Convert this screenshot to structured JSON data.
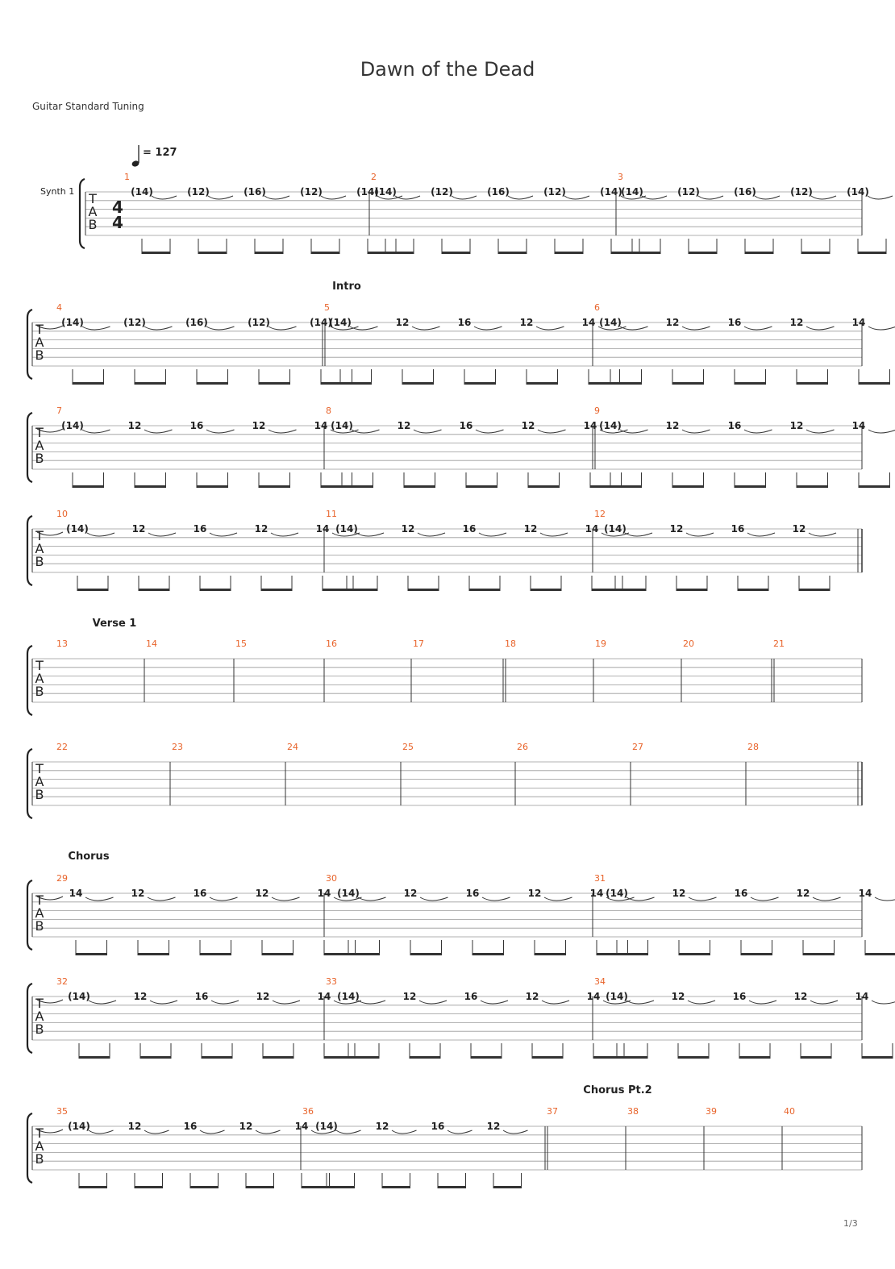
{
  "document": {
    "title": "Dawn of the Dead",
    "tuning": "Guitar Standard Tuning",
    "track_name": "Synth 1",
    "tempo": "= 127",
    "time_signature": [
      "4",
      "4"
    ],
    "tab_letters": [
      "T",
      "A",
      "B"
    ],
    "page_number": "1/3"
  },
  "colors": {
    "measure_number": "#e8632a",
    "staff_line": "#999999",
    "barline": "#333333",
    "text": "#222222"
  },
  "sections": {
    "intro": "Intro",
    "verse1": "Verse 1",
    "chorus": "Chorus",
    "chorus_pt2": "Chorus Pt.2"
  },
  "systems": [
    {
      "section": "",
      "measures": [
        {
          "number": "1",
          "notes": [
            "(14)",
            "(12)",
            "(16)",
            "(12)",
            "(14)"
          ]
        },
        {
          "number": "2",
          "notes": [
            "(14)",
            "(12)",
            "(16)",
            "(12)",
            "(14)"
          ]
        },
        {
          "number": "3",
          "notes": [
            "(14)",
            "(12)",
            "(16)",
            "(12)",
            "(14)"
          ]
        }
      ]
    },
    {
      "section": "Intro",
      "measures": [
        {
          "number": "4",
          "notes": [
            "(14)",
            "(12)",
            "(16)",
            "(12)",
            "(14)"
          ]
        },
        {
          "number": "5",
          "notes": [
            "(14)",
            "12",
            "16",
            "12",
            "14"
          ]
        },
        {
          "number": "6",
          "notes": [
            "(14)",
            "12",
            "16",
            "12",
            "14"
          ]
        }
      ]
    },
    {
      "section": "",
      "measures": [
        {
          "number": "7",
          "notes": [
            "(14)",
            "12",
            "16",
            "12",
            "14"
          ]
        },
        {
          "number": "8",
          "notes": [
            "(14)",
            "12",
            "16",
            "12",
            "14"
          ]
        },
        {
          "number": "9",
          "notes": [
            "(14)",
            "12",
            "16",
            "12",
            "14"
          ]
        }
      ]
    },
    {
      "section": "",
      "measures": [
        {
          "number": "10",
          "notes": [
            "(14)",
            "12",
            "16",
            "12",
            "14"
          ]
        },
        {
          "number": "11",
          "notes": [
            "(14)",
            "12",
            "16",
            "12",
            "14"
          ]
        },
        {
          "number": "12",
          "notes": [
            "(14)",
            "12",
            "16",
            "12"
          ]
        }
      ]
    },
    {
      "section": "Verse 1",
      "measures": [
        {
          "number": "13",
          "notes": []
        },
        {
          "number": "14",
          "notes": []
        },
        {
          "number": "15",
          "notes": []
        },
        {
          "number": "16",
          "notes": []
        },
        {
          "number": "17",
          "notes": []
        },
        {
          "number": "18",
          "notes": []
        },
        {
          "number": "19",
          "notes": []
        },
        {
          "number": "20",
          "notes": []
        },
        {
          "number": "21",
          "notes": []
        }
      ]
    },
    {
      "section": "",
      "measures": [
        {
          "number": "22",
          "notes": []
        },
        {
          "number": "23",
          "notes": []
        },
        {
          "number": "24",
          "notes": []
        },
        {
          "number": "25",
          "notes": []
        },
        {
          "number": "26",
          "notes": []
        },
        {
          "number": "27",
          "notes": []
        },
        {
          "number": "28",
          "notes": []
        }
      ]
    },
    {
      "section": "Chorus",
      "measures": [
        {
          "number": "29",
          "notes": [
            "14",
            "12",
            "16",
            "12",
            "14"
          ]
        },
        {
          "number": "30",
          "notes": [
            "(14)",
            "12",
            "16",
            "12",
            "14"
          ]
        },
        {
          "number": "31",
          "notes": [
            "(14)",
            "12",
            "16",
            "12",
            "14"
          ]
        }
      ]
    },
    {
      "section": "",
      "measures": [
        {
          "number": "32",
          "notes": [
            "(14)",
            "12",
            "16",
            "12",
            "14"
          ]
        },
        {
          "number": "33",
          "notes": [
            "(14)",
            "12",
            "16",
            "12",
            "14"
          ]
        },
        {
          "number": "34",
          "notes": [
            "(14)",
            "12",
            "16",
            "12",
            "14"
          ]
        }
      ]
    },
    {
      "section": "Chorus Pt.2",
      "measures": [
        {
          "number": "35",
          "notes": [
            "(14)",
            "12",
            "16",
            "12",
            "14"
          ]
        },
        {
          "number": "36",
          "notes": [
            "(14)",
            "12",
            "16",
            "12"
          ]
        },
        {
          "number": "37",
          "notes": []
        },
        {
          "number": "38",
          "notes": []
        },
        {
          "number": "39",
          "notes": []
        },
        {
          "number": "40",
          "notes": []
        }
      ]
    }
  ]
}
